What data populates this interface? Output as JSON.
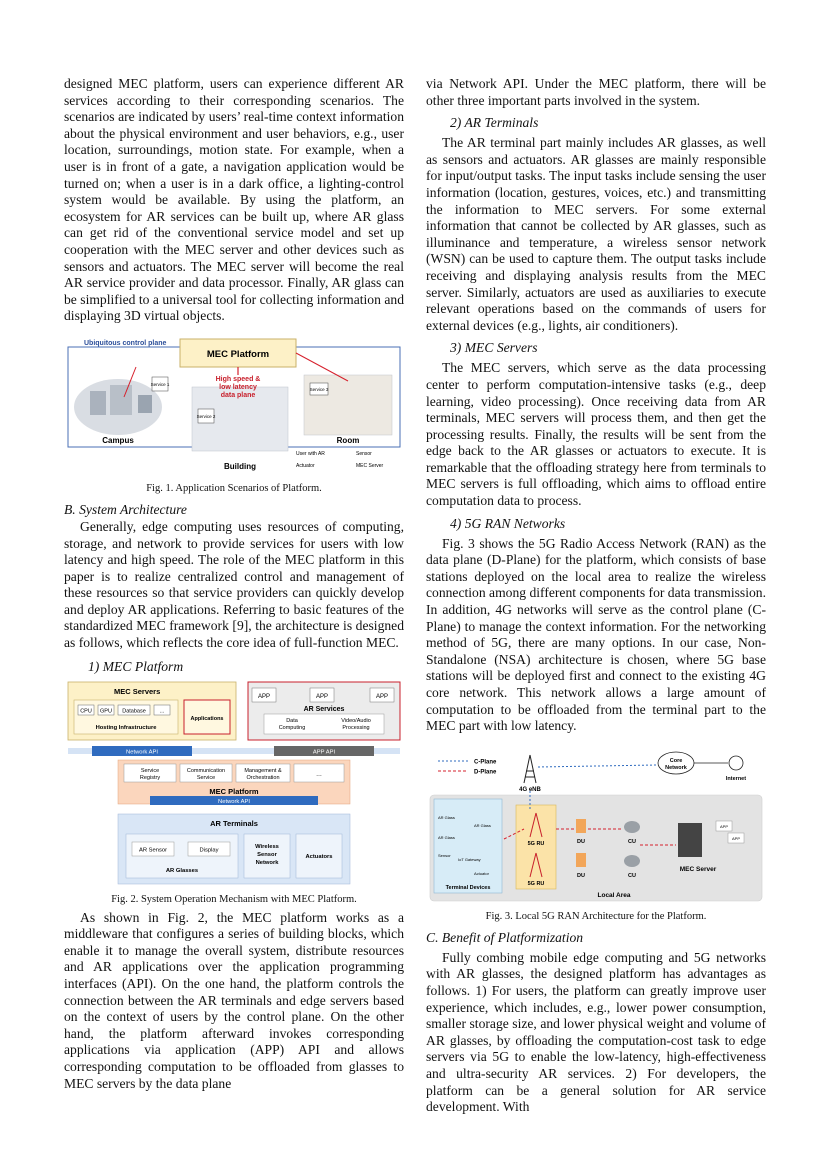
{
  "left_column": {
    "intro_paragraph": "designed MEC platform, users can experience different AR services according to their corresponding scenarios. The scenarios are indicated by users’ real-time context information about the physical environment and user behaviors, e.g., user location, surroundings, motion state. For example, when a user is in front of a gate, a navigation application would be turned on; when a user is in a dark office, a lighting-control system would be available. By using the platform, an ecosystem for AR services can be built up, where AR glass can get rid of the conventional service model and set up cooperation with the MEC server and other devices such as sensors and actuators. The MEC server will become the real AR service provider and data processor. Finally, AR glass can be simplified to a universal tool for collecting information and displaying 3D virtual objects.",
    "section_b_title": "B.  System Architecture",
    "section_b_paragraph": "Generally, edge computing uses resources of computing, storage, and network to provide services for users with low latency and high speed. The role of the MEC platform in this paper is to realize centralized control and management of these resources so that service providers can quickly develop and deploy AR applications. Referring to basic features of the standardized MEC framework [9], the architecture is designed as follows, which reflects the core idea of full-function MEC.",
    "sub1_title": "1)  MEC Platform",
    "mec_paragraph": "As shown in Fig. 2, the MEC platform works as a middleware that configures a series of building blocks, which enable it to manage the overall system, distribute resources and AR applications over the application programming interfaces (API). On the one hand, the platform controls the connection between the AR terminals and edge servers based on the context of users by the control plane. On the other hand, the platform afterward invokes corresponding applications via application (APP) API and allows corresponding computation to be offloaded from glasses to MEC servers by the data plane"
  },
  "right_column": {
    "continuation": "via Network API. Under the MEC platform, there will be other three important parts involved in the system.",
    "sub2_title": "2)  AR Terminals",
    "ar_terminals_paragraph": "The AR terminal part mainly includes AR glasses, as well as sensors and actuators. AR glasses are mainly responsible for input/output tasks. The input tasks include sensing the user information (location, gestures, voices, etc.) and transmitting the information to MEC servers. For some external information that cannot be collected by AR glasses, such as illuminance and temperature, a wireless sensor network (WSN) can be used to capture them. The output tasks include receiving and displaying analysis results from the MEC server. Similarly, actuators are used as auxiliaries to execute relevant operations based on the commands of users for external devices (e.g., lights, air conditioners).",
    "sub3_title": "3)  MEC Servers",
    "mec_servers_paragraph": "The MEC servers, which serve as the data processing center to perform computation-intensive tasks (e.g., deep learning, video processing). Once receiving data from AR terminals, MEC servers will process them, and then get the processing results. Finally, the results will be sent from the edge back to the AR glasses or actuators to execute. It is remarkable that the offloading strategy here from terminals to MEC servers is full offloading, which aims to offload entire computation data to process.",
    "sub4_title": "4)  5G RAN Networks",
    "ran_paragraph": "Fig. 3 shows the 5G Radio Access Network (RAN) as the data plane (D-Plane) for the platform, which consists of base stations deployed on the local area to realize the wireless connection among different components for data transmission. In addition, 4G networks will serve as the control plane (C-Plane) to manage the context information. For the networking method of 5G, there are many options. In our case, Non-Standalone (NSA) architecture is chosen, where 5G base stations will be deployed first and connect to the existing 4G core network. This network allows a large amount of computation to be offloaded from the terminal part to the MEC part with low latency.",
    "section_c_title": "C.  Benefit of Platformization",
    "benefit_paragraph": "Fully combing mobile edge computing and 5G networks with AR glasses, the designed platform has advantages as follows. 1) For users, the platform can greatly improve user experience, which includes, e.g., lower power consumption, smaller storage size, and lower physical weight and volume of AR glasses, by offloading the computation-cost task to edge servers via 5G to enable the low-latency, high-effectiveness and ultra-security AR services. 2) For developers, the platform can be a general solution for AR service development. With"
  },
  "fig1": {
    "caption": "Fig. 1.   Application Scenarios of Platform.",
    "ubiquitous_label": "Ubiquitous control plane",
    "mec_platform_label": "MEC Platform",
    "data_plane_label_1": "High speed &",
    "data_plane_label_2": "low latency",
    "data_plane_label_3": "data plane",
    "campus_label": "Campus",
    "building_label": "Building",
    "room_label": "Room",
    "service1": "Service 1",
    "service2": "Service 2",
    "service3": "Service 3",
    "legend_user": "User with AR",
    "legend_sensor": "Sensor",
    "legend_actuator": "Actuator",
    "legend_server": "MEC Server"
  },
  "fig2": {
    "caption": "Fig. 2.   System Operation Mechanism with MEC Platform.",
    "mec_servers": "MEC Servers",
    "cpu": "CPU",
    "gpu": "GPU",
    "database": "Database",
    "ellipsis": "…",
    "hosting": "Hosting Infrastructure",
    "applications": "Applications",
    "app": "APP",
    "ar_services": "AR Services",
    "data_computing_1": "Data",
    "data_computing_2": "Computing",
    "video_processing_1": "Video/Audio",
    "video_processing_2": "Processing",
    "network_api": "Network API",
    "app_api": "APP API",
    "service_registry_1": "Service",
    "service_registry_2": "Registry",
    "communication_service_1": "Communication",
    "communication_service_2": "Service",
    "management_1": "Management &",
    "management_2": "Orchestration",
    "mec_platform": "MEC Platform",
    "ar_terminals": "AR Terminals",
    "ar_sensor": "AR Sensor",
    "display": "Display",
    "ar_glasses": "AR Glasses",
    "wsn_1": "Wireless",
    "wsn_2": "Sensor",
    "wsn_3": "Network",
    "actuators": "Actuators"
  },
  "fig3": {
    "caption": "Fig. 3.   Local 5G RAN Architecture for the Platform.",
    "c_plane": "C-Plane",
    "d_plane": "D-Plane",
    "enb": "4G eNB",
    "core_1": "Core",
    "core_2": "Network",
    "internet": "Internet",
    "ar_glass": "AR Glass",
    "sensor": "Sensor",
    "iot_gateway": "IoT Gateway",
    "actuator": "Actuator",
    "terminal_devices": "Terminal Devices",
    "ru": "5G RU",
    "du": "DU",
    "cu": "CU",
    "app": "APP",
    "mec_server": "MEC Server",
    "local_area": "Local Area"
  }
}
